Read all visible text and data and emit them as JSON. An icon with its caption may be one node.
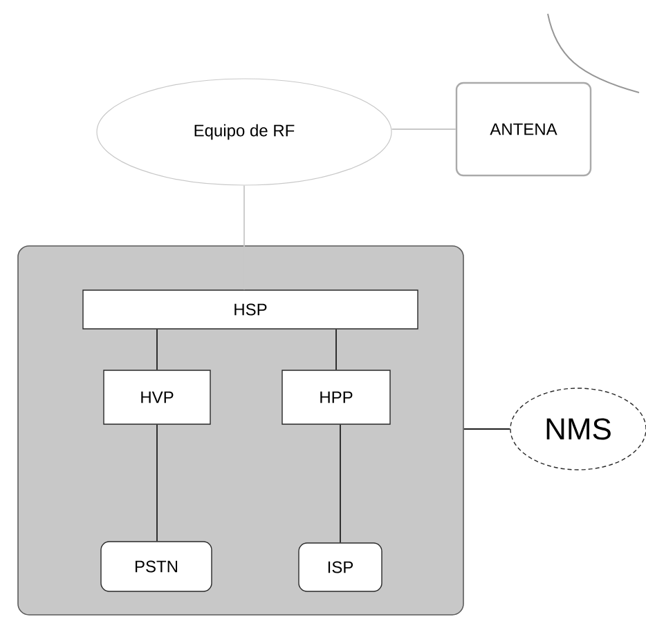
{
  "diagram": {
    "nodes": [
      {
        "text": [
          "Equipo de RF"
        ]
      },
      {
        "text": [
          "ANTENA"
        ]
      },
      {
        "text": [],
        "shape": "box"
      },
      {
        "text": [
          "HSP"
        ],
        "in": 2
      },
      {
        "text": [
          "HVP"
        ],
        "in": 2
      },
      {
        "text": [
          "HPP"
        ],
        "in": 2
      },
      {
        "text": [
          "PSTN"
        ],
        "in": 2
      },
      {
        "text": [
          "ISP"
        ],
        "in": 2
      },
      {
        "text": [
          "NMS"
        ]
      }
    ],
    "edges": [
      {
        "from": 0,
        "to": 1,
        "arrow": "none",
        "color": "#c8c8c8"
      },
      {
        "from": 0,
        "to": 3,
        "arrow": "none",
        "color": "#c8c8c8"
      },
      {
        "from": 3,
        "to": 4,
        "arrow": "none"
      },
      {
        "from": 3,
        "to": 5,
        "arrow": "none"
      },
      {
        "from": 4,
        "to": 6,
        "arrow": "none"
      },
      {
        "from": 5,
        "to": 7,
        "arrow": "none"
      },
      {
        "from": 2,
        "to": 8,
        "arrow": "none"
      }
    ]
  }
}
